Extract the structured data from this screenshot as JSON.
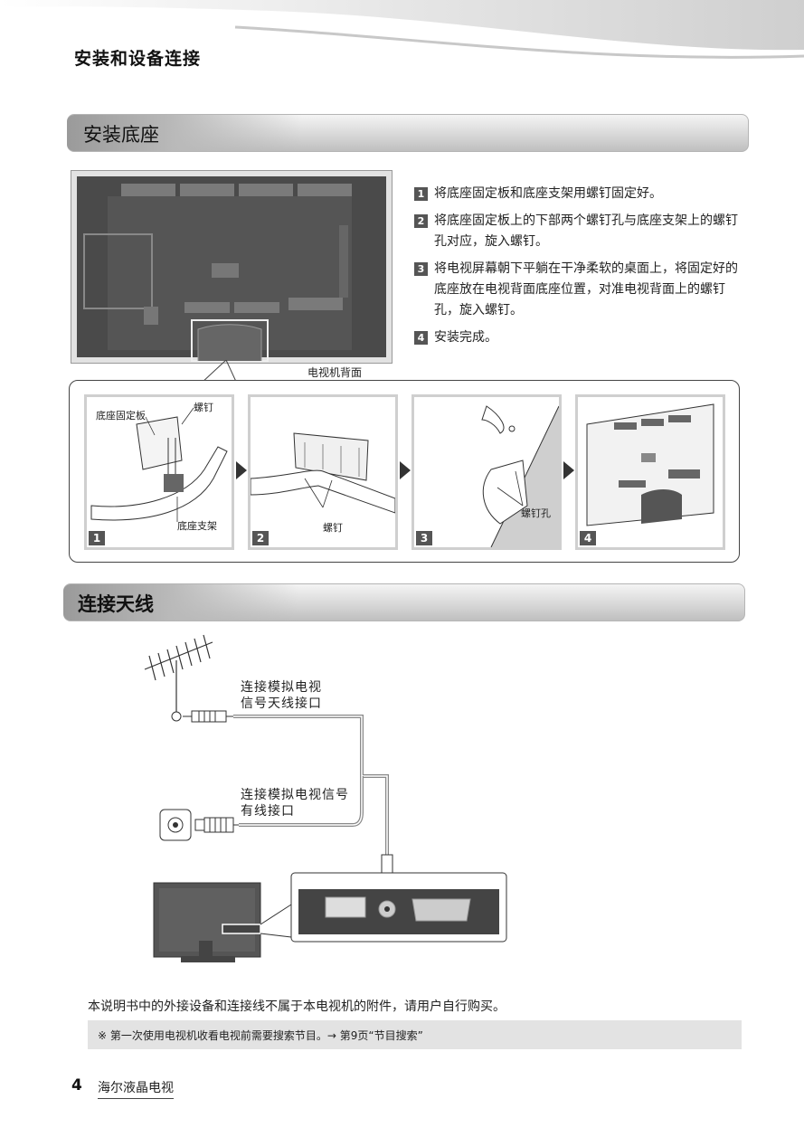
{
  "header": {
    "chapter_title": "安装和设备连接"
  },
  "section_stand": {
    "title": "安装底座",
    "steps": [
      {
        "num": "1",
        "text": "将底座固定板和底座支架用螺钉固定好。"
      },
      {
        "num": "2",
        "text": "将底座固定板上的下部两个螺钉孔与底座支架上的螺钉孔对应，旋入螺钉。"
      },
      {
        "num": "3",
        "text": "将电视屏幕朝下平躺在干净柔软的桌面上，将固定好的底座放在电视背面底座位置，对准电视背面上的螺钉孔，旋入螺钉。"
      },
      {
        "num": "4",
        "text": "安装完成。"
      }
    ],
    "tv_back_caption": "电视机背面",
    "panels": [
      {
        "num": "1",
        "label_plate": "底座固定板",
        "label_screw": "螺钉",
        "label_stand": "底座支架"
      },
      {
        "num": "2",
        "label_screw": "螺钉"
      },
      {
        "num": "3",
        "label_hole": "螺钉孔"
      },
      {
        "num": "4"
      }
    ]
  },
  "section_antenna": {
    "title": "连接天线",
    "label_analog": "连接模拟电视\n信号天线接口",
    "label_cable": "连接模拟电视信号\n有线接口"
  },
  "footer_note": "本说明书中的外接设备和连接线不属于本电视机的附件，请用户自行购买。",
  "tip": "※ 第一次使用电视机收看电视前需要搜索节目。→ 第9页“节目搜索”",
  "footer": {
    "page_number": "4",
    "brand": "海尔液晶电视"
  }
}
